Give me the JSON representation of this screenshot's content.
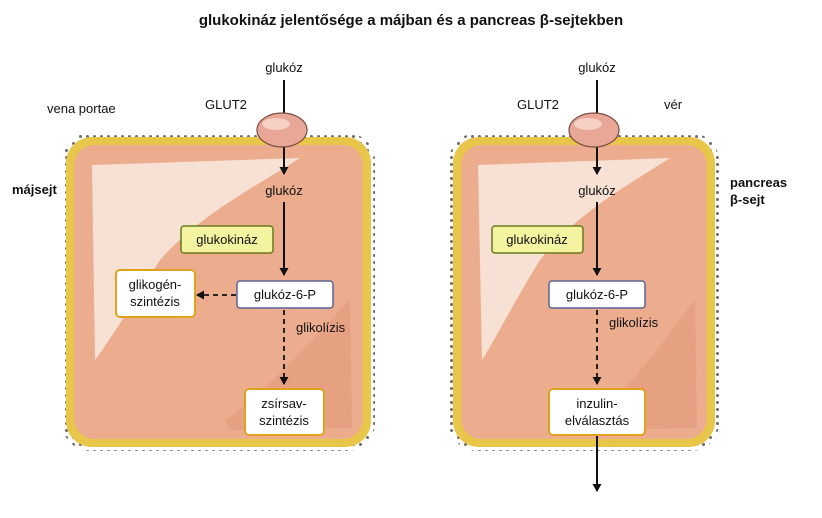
{
  "title": "glukokináz jelentősége a májban és a pancreas β-sejtekben",
  "colors": {
    "membrane_gold": "#e8c64a",
    "membrane_dots": "#6e6a66",
    "cytoplasm": "#ecac8e",
    "cytoplasm_light": "#f6dccd",
    "transporter": "#e8a797",
    "enzyme_fill": "#f3f3a0",
    "enzyme_border": "#6a7a1c",
    "product_border": "#e0a21c",
    "intermediate_border": "#5a6496"
  },
  "liver": {
    "cell_label": "májsejt",
    "vessel_label": "vena portae",
    "transporter_label": "GLUT2",
    "glucose_outside": "glukóz",
    "glucose_inside": "glukóz",
    "enzyme": "glukokináz",
    "intermediate": "glukóz-6-P",
    "pathway": "glikolízis",
    "side_product": [
      "glikogén-",
      "szintézis"
    ],
    "end_product": [
      "zsírsav-",
      "szintézis"
    ]
  },
  "beta": {
    "cell_label": [
      "pancreas",
      "β-sejt"
    ],
    "vessel_label": "vér",
    "transporter_label": "GLUT2",
    "glucose_outside": "glukóz",
    "glucose_inside": "glukóz",
    "enzyme": "glukokináz",
    "intermediate": "glukóz-6-P",
    "pathway": "glikolízis",
    "end_product": [
      "inzulin-",
      "elválasztás"
    ]
  }
}
